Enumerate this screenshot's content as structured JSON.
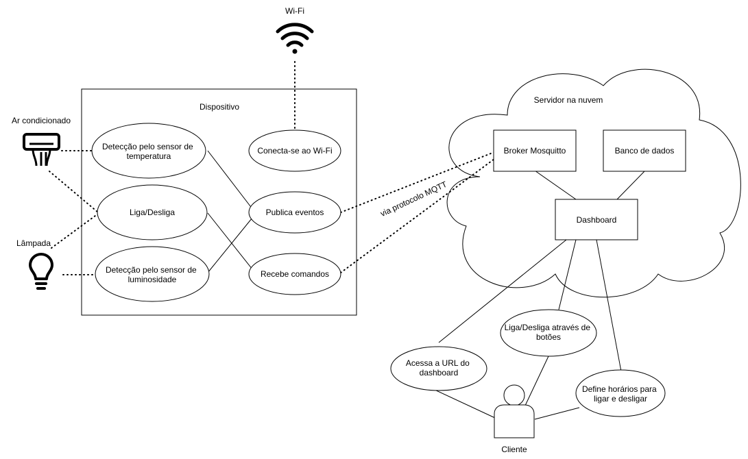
{
  "labels": {
    "wifi": "Wi-Fi",
    "device": "Dispositivo",
    "ac": "Ar condicionado",
    "lamp": "Lâmpada",
    "server": "Servidor na nuvem",
    "mqtt": "via protocolo MQTT",
    "client": "Cliente"
  },
  "device_usecases": {
    "temp": [
      "Detecção pelo sensor de",
      "temperatura"
    ],
    "toggle": [
      "Liga/Desliga"
    ],
    "lum": [
      "Detecção pelo sensor de",
      "luminosidade"
    ],
    "wifi": [
      "Conecta-se ao Wi-Fi"
    ],
    "publish": [
      "Publica eventos"
    ],
    "receive": [
      "Recebe comandos"
    ]
  },
  "server_components": {
    "broker": "Broker Mosquitto",
    "db": "Banco de dados",
    "dashboard": "Dashboard"
  },
  "client_usecases": {
    "url": [
      "Acessa a URL do",
      "dashboard"
    ],
    "toggle": [
      "Liga/Desliga através de",
      "botões"
    ],
    "schedule": [
      "Define horários para",
      "ligar e desligar"
    ]
  },
  "icons": [
    "wifi-icon",
    "air-conditioner-icon",
    "lightbulb-icon",
    "actor-icon",
    "cloud-shape"
  ]
}
